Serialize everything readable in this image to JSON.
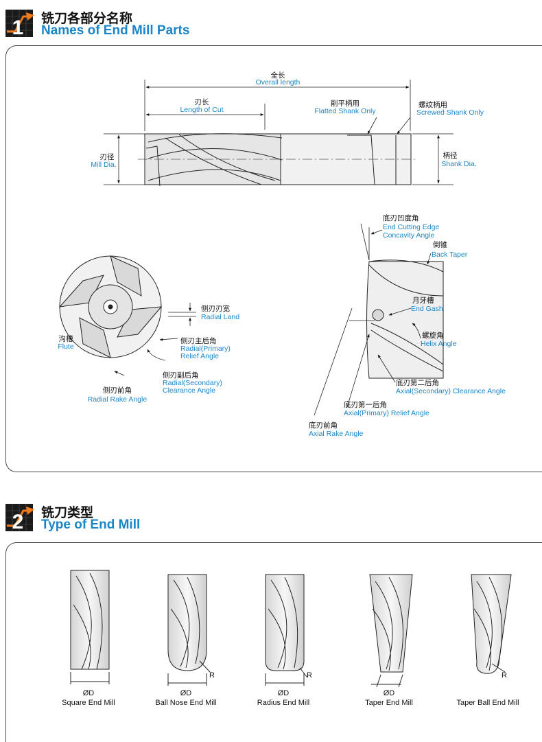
{
  "section1": {
    "number": "1",
    "title_cn": "铣刀各部分名称",
    "title_en": "Names of End Mill Parts",
    "labels": {
      "overall_cn": "全长",
      "overall_en": "Overall length",
      "cut_cn": "刃长",
      "cut_en": "Length of Cut",
      "flatted_cn": "削平柄用",
      "flatted_en": "Flatted Shank Only",
      "screwed_cn": "螺纹柄用",
      "screwed_en": "Screwed Shank Only",
      "milldia_cn": "刃径",
      "milldia_en": "Mill Dia.",
      "shankdia_cn": "柄径",
      "shankdia_en": "Shank Dia.",
      "concavity_cn": "底刃凹度角",
      "concavity_en1": "End Cutting Edge",
      "concavity_en2": "Concavity Angle",
      "backtaper_cn": "倒锥",
      "backtaper_en": "Back Taper",
      "gash_cn": "月牙槽",
      "gash_en": "End Gash",
      "helix_cn": "螺旋角",
      "helix_en": "Helix Angle",
      "axsec_cn": "底刃第二后角",
      "axsec_en": "Axial(Secondary) Clearance Angle",
      "axpri_cn": "底刃第一后角",
      "axpri_en": "Axial(Primary) Relief Angle",
      "axrake_cn": "底刃前角",
      "axrake_en": "Axial Rake Angle",
      "land_cn": "侧刃刃宽",
      "land_en": "Radial Land",
      "flute_cn": "沟槽",
      "flute_en": "Flute",
      "radpri_cn": "侧刃主后角",
      "radpri_en1": "Radial(Primary)",
      "radpri_en2": "Relief Angle",
      "radsec_cn": "侧刃副后角",
      "radsec_en1": "Radial(Secondary)",
      "radsec_en2": "Clearance Angle",
      "radrake_cn": "侧刃前角",
      "radrake_en": "Radial Rake Angle"
    }
  },
  "section2": {
    "number": "2",
    "title_cn": "铣刀类型",
    "title_en": "Type of End Mill",
    "dia_symbol": "ØD",
    "radius_symbol": "R",
    "types": [
      {
        "name": "Square End Mill"
      },
      {
        "name": "Ball Nose End Mill"
      },
      {
        "name": "Radius End Mill"
      },
      {
        "name": "Taper End Mill"
      },
      {
        "name": "Taper Ball End Mill"
      }
    ]
  },
  "colors": {
    "accent": "#1a86c8",
    "badge_bg": "#1a1a1a",
    "badge_arrow": "#f07a1c"
  }
}
